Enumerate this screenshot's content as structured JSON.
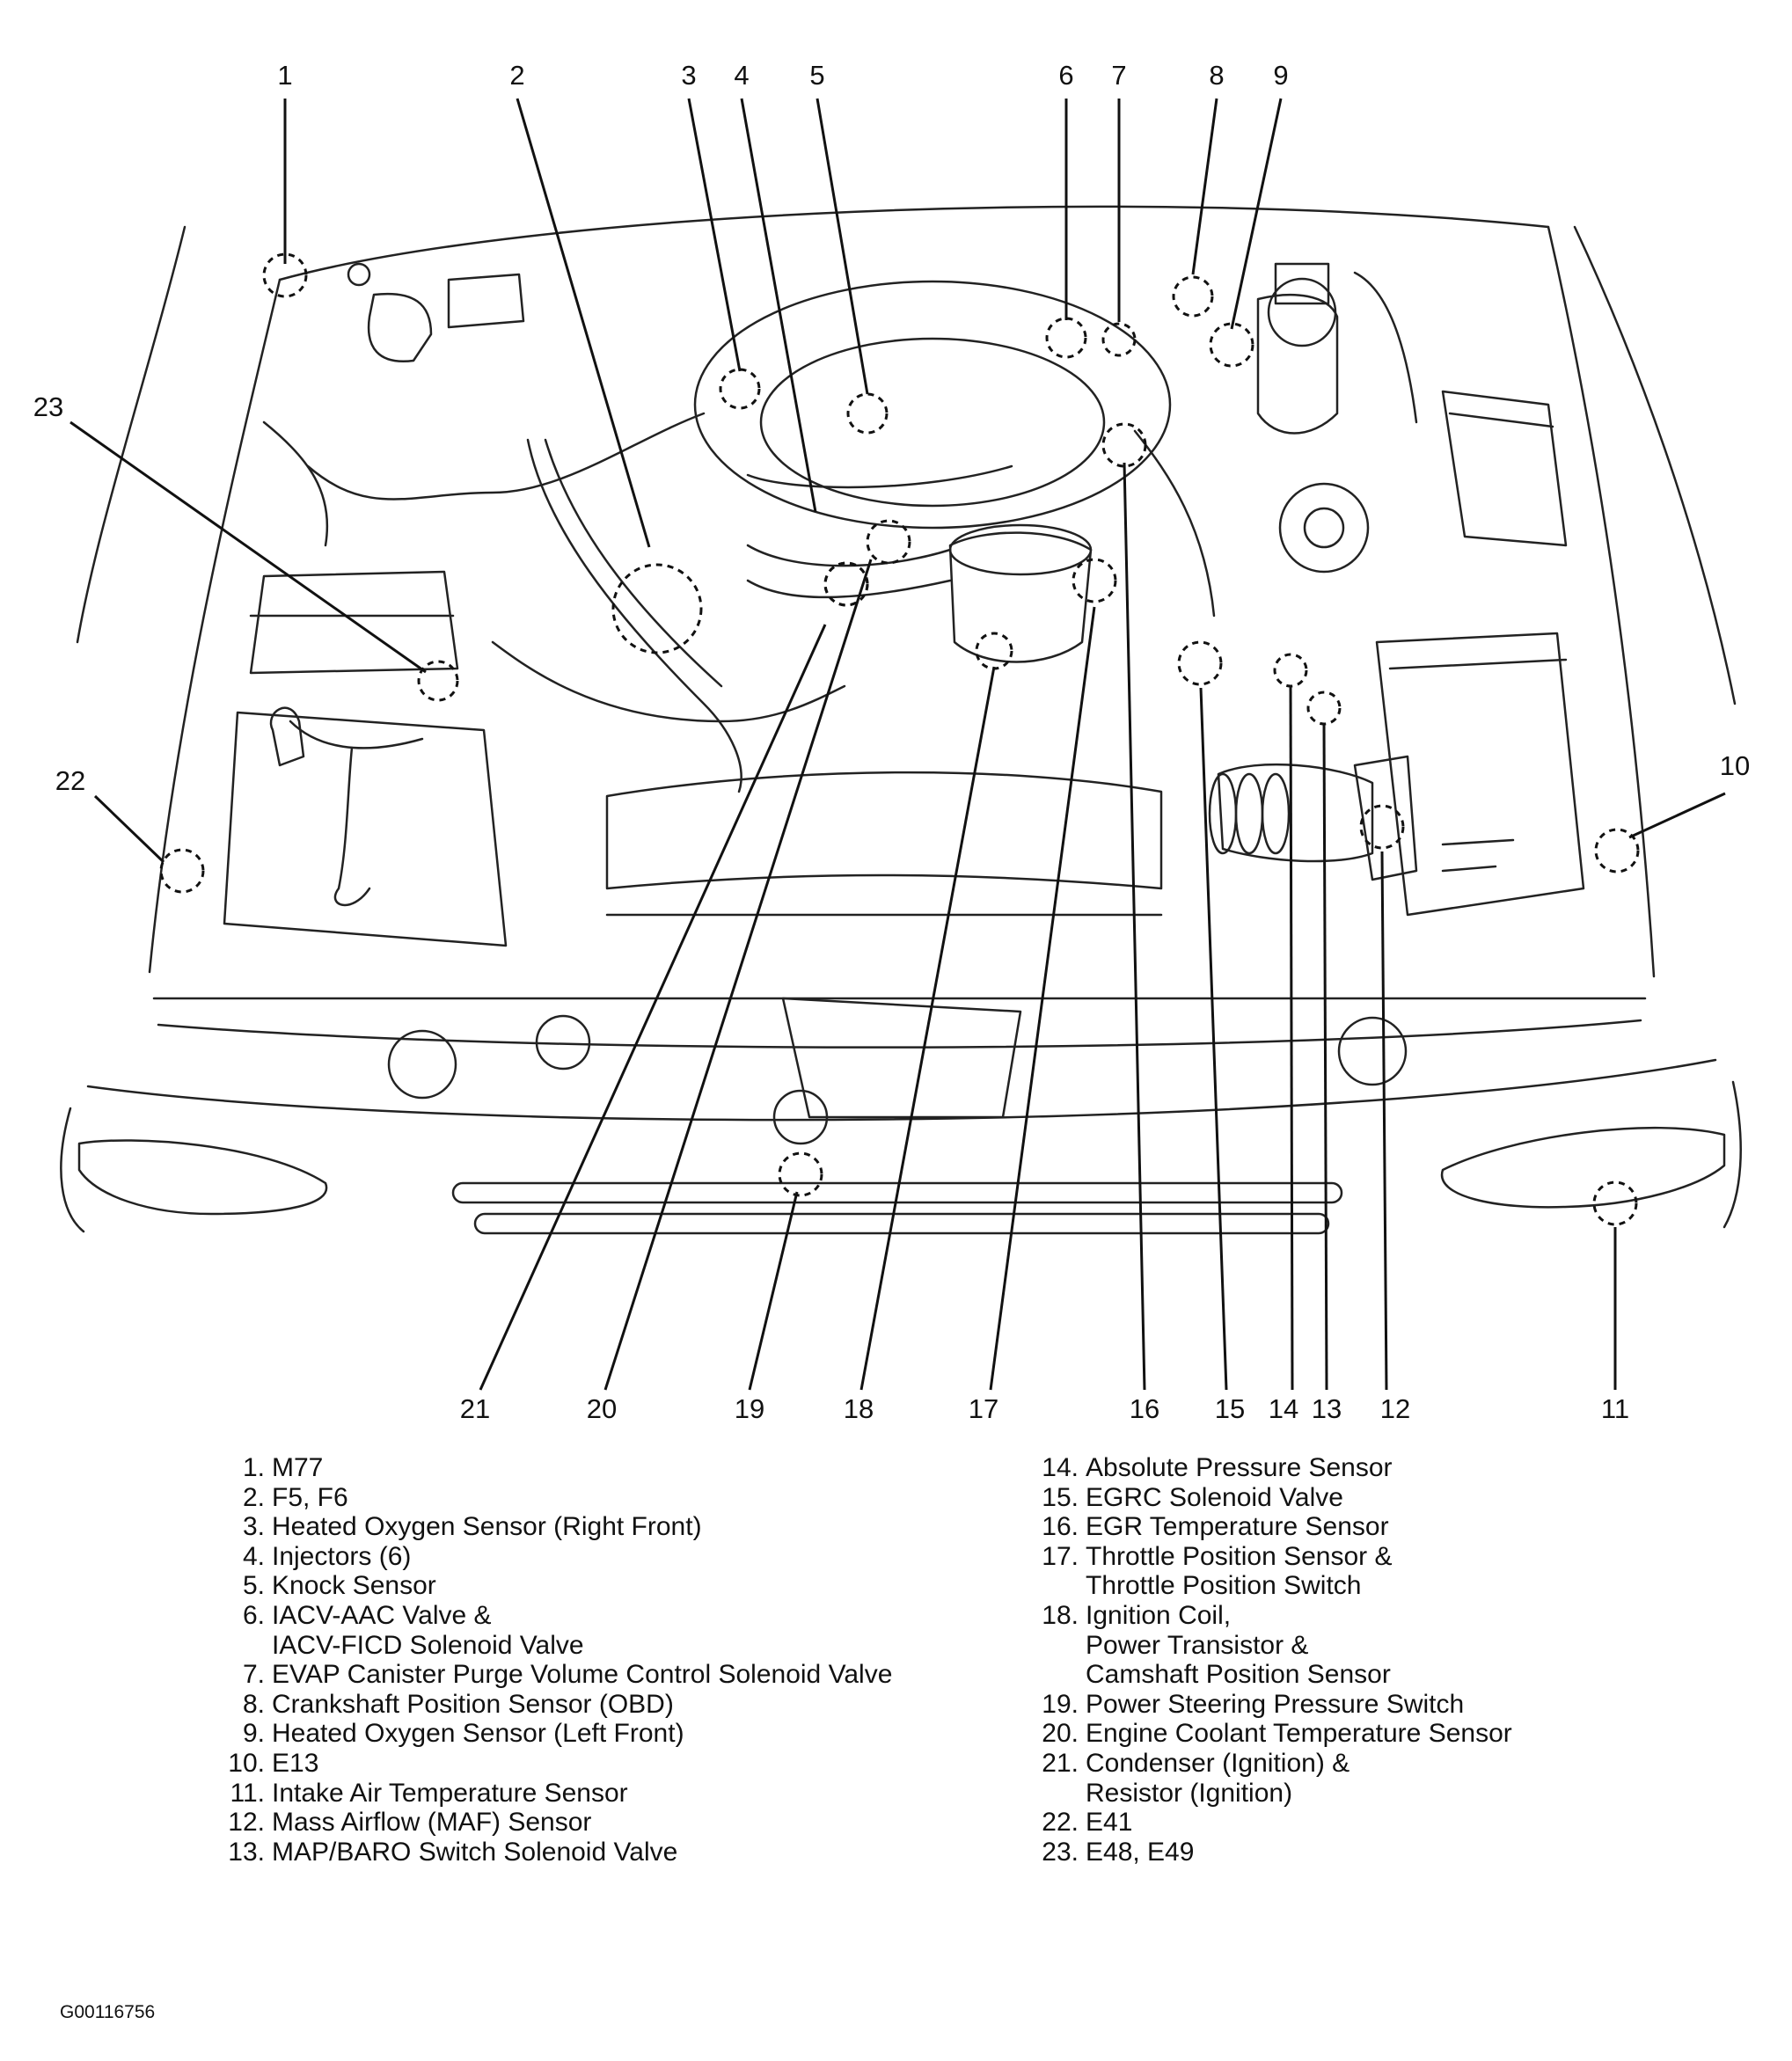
{
  "figure_id": "G00116756",
  "callout_numbers": [
    "1",
    "2",
    "3",
    "4",
    "5",
    "6",
    "7",
    "8",
    "9",
    "10",
    "11",
    "12",
    "13",
    "14",
    "15",
    "16",
    "17",
    "18",
    "19",
    "20",
    "21",
    "22",
    "23"
  ],
  "legend": [
    {
      "num": "1.",
      "lines": [
        "M77"
      ]
    },
    {
      "num": "2.",
      "lines": [
        "F5, F6"
      ]
    },
    {
      "num": "3.",
      "lines": [
        "Heated Oxygen Sensor (Right Front)"
      ]
    },
    {
      "num": "4.",
      "lines": [
        "Injectors (6)"
      ]
    },
    {
      "num": "5.",
      "lines": [
        "Knock Sensor"
      ]
    },
    {
      "num": "6.",
      "lines": [
        "IACV-AAC Valve &",
        "IACV-FICD Solenoid Valve"
      ]
    },
    {
      "num": "7.",
      "lines": [
        "EVAP Canister Purge Volume Control Solenoid Valve"
      ]
    },
    {
      "num": "8.",
      "lines": [
        "Crankshaft Position Sensor (OBD)"
      ]
    },
    {
      "num": "9.",
      "lines": [
        "Heated Oxygen Sensor (Left Front)"
      ]
    },
    {
      "num": "10.",
      "lines": [
        "E13"
      ]
    },
    {
      "num": "11.",
      "lines": [
        "Intake Air Temperature Sensor"
      ]
    },
    {
      "num": "12.",
      "lines": [
        "Mass Airflow (MAF) Sensor"
      ]
    },
    {
      "num": "13.",
      "lines": [
        "MAP/BARO Switch Solenoid Valve"
      ]
    },
    {
      "num": "14.",
      "lines": [
        "Absolute Pressure Sensor"
      ]
    },
    {
      "num": "15.",
      "lines": [
        "EGRC Solenoid Valve"
      ]
    },
    {
      "num": "16.",
      "lines": [
        "EGR Temperature Sensor"
      ]
    },
    {
      "num": "17.",
      "lines": [
        "Throttle Position Sensor &",
        "Throttle Position Switch"
      ]
    },
    {
      "num": "18.",
      "lines": [
        "Ignition Coil,",
        "Power Transistor &",
        "Camshaft Position Sensor"
      ]
    },
    {
      "num": "19.",
      "lines": [
        "Power Steering Pressure Switch"
      ]
    },
    {
      "num": "20.",
      "lines": [
        "Engine Coolant Temperature Sensor"
      ]
    },
    {
      "num": "21.",
      "lines": [
        "Condenser (Ignition) &",
        "Resistor (Ignition)"
      ]
    },
    {
      "num": "22.",
      "lines": [
        "E41"
      ]
    },
    {
      "num": "23.",
      "lines": [
        "E48, E49"
      ]
    }
  ]
}
